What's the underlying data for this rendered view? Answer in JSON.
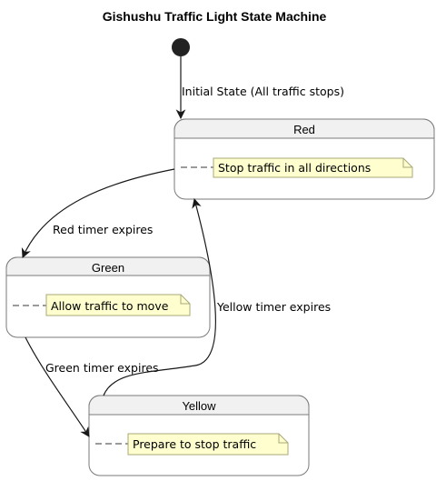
{
  "diagram": {
    "title": "Gishushu Traffic Light State Machine",
    "states": {
      "red": {
        "name": "Red",
        "note": "Stop traffic in all directions"
      },
      "green": {
        "name": "Green",
        "note": "Allow traffic to move"
      },
      "yellow": {
        "name": "Yellow",
        "note": "Prepare to stop traffic"
      }
    },
    "transitions": {
      "initial": "Initial State (All traffic stops)",
      "red_green": "Red timer expires",
      "green_yellow": "Green timer expires",
      "yellow_red": "Yellow timer expires"
    }
  },
  "colors": {
    "state_header": "#f1f1f1",
    "state_border": "#7a7a7a",
    "note_fill": "#fefece",
    "note_border": "#a8a878",
    "edge": "#181818",
    "dash": "#7a7a7a"
  }
}
